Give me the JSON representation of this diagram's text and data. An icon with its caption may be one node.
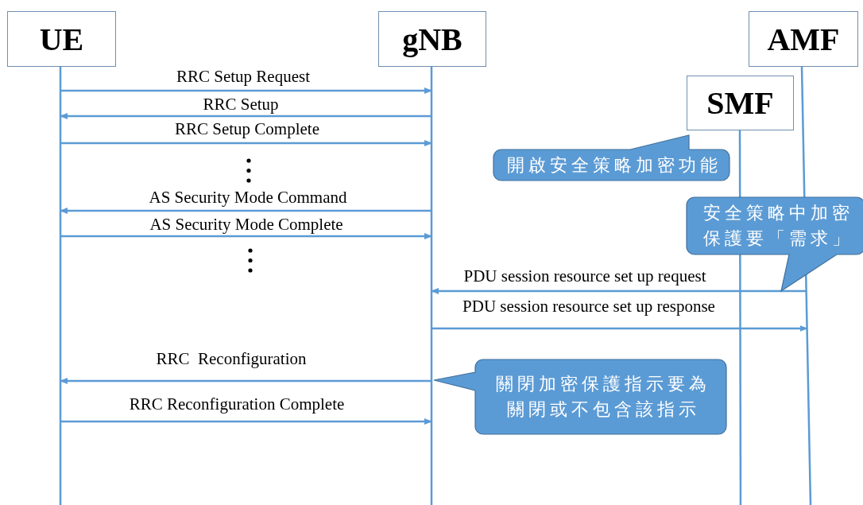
{
  "diagram": {
    "nodes": [
      {
        "text": [
          "UE"
        ]
      },
      {
        "text": [
          "gNB"
        ]
      },
      {
        "text": [
          "AMF"
        ]
      },
      {
        "text": [
          "SMF"
        ]
      },
      {
        "text": [
          "開啟安全策略加密功能"
        ]
      },
      {
        "text": [
          "安全策略中加密保護要「需求」"
        ]
      },
      {
        "text": [
          "關閉加密保護指示要為關閉或不包含該指示"
        ]
      }
    ],
    "edges": [
      {
        "from": 0,
        "to": 1,
        "arrow": "to",
        "label": "RRC Setup Request"
      },
      {
        "from": 1,
        "to": 0,
        "arrow": "to",
        "label": "RRC Setup"
      },
      {
        "from": 0,
        "to": 1,
        "arrow": "to",
        "label": "RRC Setup Complete"
      },
      {
        "from": 1,
        "to": 0,
        "arrow": "to",
        "label": "AS Security Mode Command"
      },
      {
        "from": 0,
        "to": 1,
        "arrow": "to",
        "label": "AS Security Mode Complete"
      },
      {
        "from": 2,
        "to": 1,
        "arrow": "to",
        "label": "PDU session resource set up request"
      },
      {
        "from": 1,
        "to": 2,
        "arrow": "to",
        "label": "PDU session resource set up response"
      },
      {
        "from": 1,
        "to": 0,
        "arrow": "to",
        "label": "RRC  Reconfiguration"
      },
      {
        "from": 0,
        "to": 1,
        "arrow": "to",
        "label": "RRC Reconfiguration Complete"
      }
    ]
  }
}
